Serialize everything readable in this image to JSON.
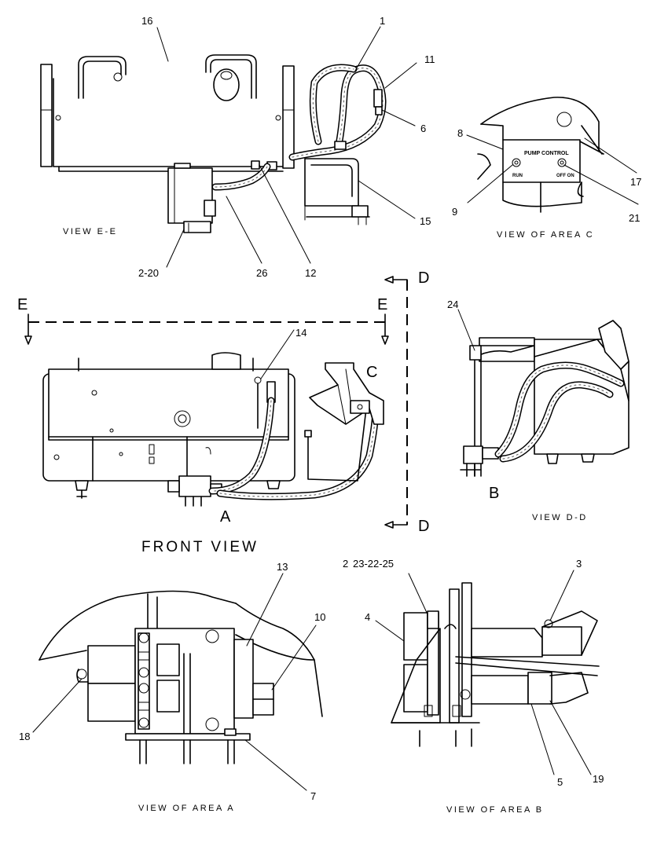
{
  "callouts": {
    "c1": "1",
    "c2": "2",
    "c3": "3",
    "c4": "4",
    "c5": "5",
    "c6": "6",
    "c7": "7",
    "c8": "8",
    "c9": "9",
    "c10": "10",
    "c11": "11",
    "c12": "12",
    "c13": "13",
    "c14": "14",
    "c15": "15",
    "c16": "16",
    "c17": "17",
    "c18": "18",
    "c19": "19",
    "c21": "21",
    "c24": "24",
    "c26": "26",
    "c2_20": "2-20",
    "c23_22_25": "23-22-25"
  },
  "section_letters": {
    "e_left": "E",
    "e_right": "E",
    "d_top": "D",
    "d_bottom": "D",
    "a": "A",
    "b": "B",
    "c": "C"
  },
  "captions": {
    "view_ee": "VIEW E-E",
    "view_area_c": "VIEW OF AREA C",
    "front_view": "FRONT VIEW",
    "view_dd": "VIEW D-D",
    "view_area_a": "VIEW OF AREA A",
    "view_area_b": "VIEW OF AREA B"
  },
  "panel_labels": {
    "title": "PUMP CONTROL",
    "left_switch": "RUN",
    "right_switch": "OFF ON"
  }
}
